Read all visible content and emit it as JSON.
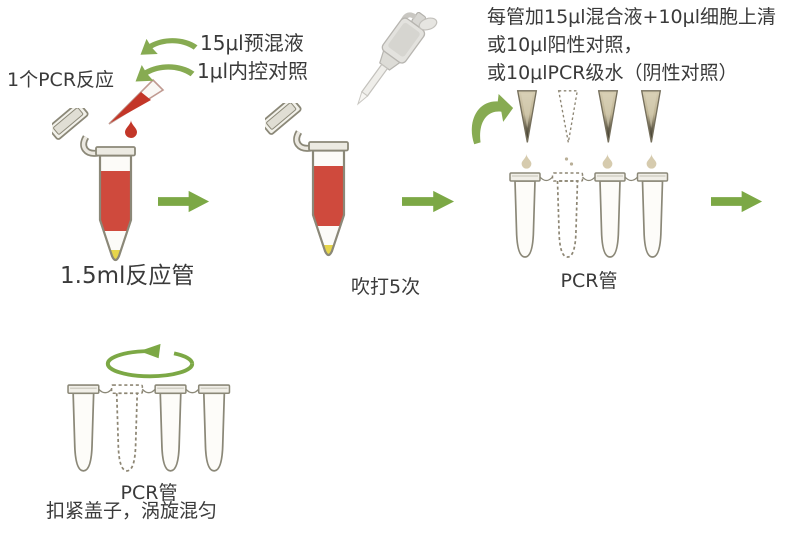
{
  "colors": {
    "arrow_green": "#7ca845",
    "swoosh_green": "#87ab52",
    "liquid_red": "#cf4a3d",
    "droplet_red": "#c33628",
    "tube_outline": "#8b8878",
    "tip_yellow": "#e6d54b",
    "droplet_beige": "#d6cbae",
    "text": "#3a3a3a"
  },
  "icons": {
    "flow_arrow": "right-arrow",
    "add_arrow": "curved-swoosh-arrow",
    "dispense_arrow": "curved-down-right-arrow",
    "vortex_arrow": "elliptical-rotation-arrow"
  },
  "step1": {
    "annotation": "1个PCR反应",
    "addition_premix": "15μl预混液",
    "addition_control": "1μl内控对照",
    "caption": "1.5ml反应管"
  },
  "step2": {
    "caption": "吹打5次"
  },
  "step3": {
    "instruction_line1": "每管加15μl混合液+10μl细胞上清",
    "instruction_line2": "或10μl阳性对照，",
    "instruction_line3": "或10μlPCR级水（阴性对照）",
    "caption": "PCR管"
  },
  "step4": {
    "caption": "PCR管",
    "instruction": "扣紧盖子，涡旋混匀"
  }
}
